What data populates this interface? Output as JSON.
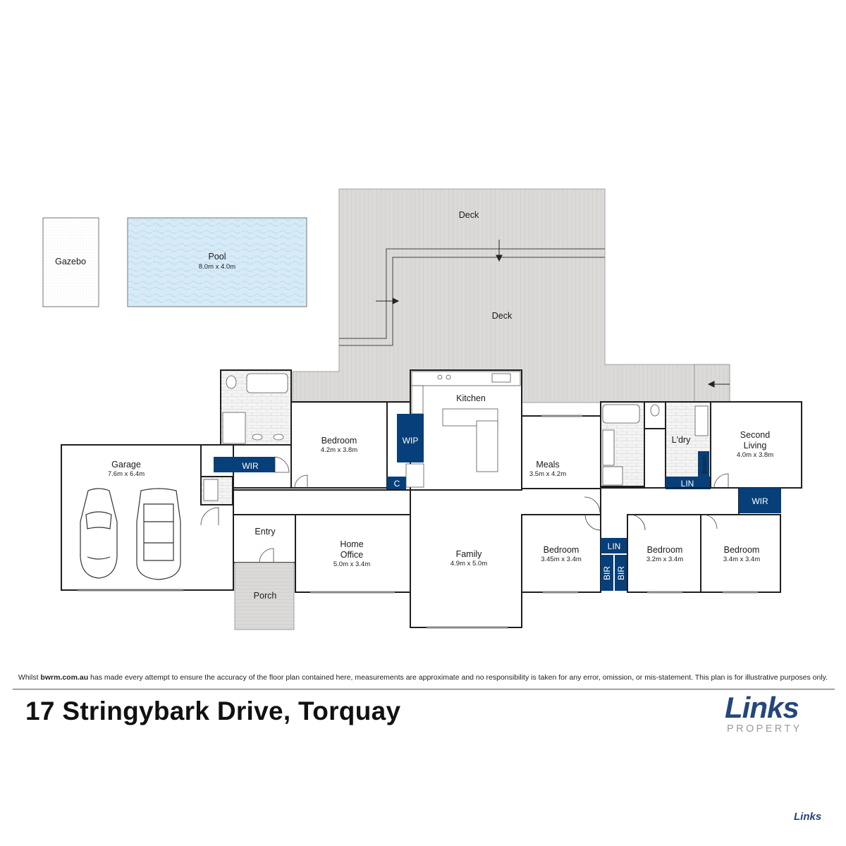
{
  "rooms": {
    "gazebo": {
      "name": "Gazebo"
    },
    "pool": {
      "name": "Pool",
      "dim": "8.0m x 4.0m"
    },
    "deck_upper": {
      "name": "Deck"
    },
    "deck_lower": {
      "name": "Deck"
    },
    "kitchen": {
      "name": "Kitchen"
    },
    "bedroom_main": {
      "name": "Bedroom",
      "dim": "4.2m x 3.8m"
    },
    "garage": {
      "name": "Garage",
      "dim": "7.6m x 6.4m"
    },
    "meals": {
      "name": "Meals",
      "dim": "3.5m x 4.2m"
    },
    "laundry": {
      "name": "L'dry"
    },
    "second_living": {
      "name_line1": "Second",
      "name_line2": "Living",
      "dim": "4.0m x 3.8m"
    },
    "entry": {
      "name": "Entry"
    },
    "home_office": {
      "name_line1": "Home",
      "name_line2": "Office",
      "dim": "5.0m x 3.4m"
    },
    "family": {
      "name": "Family",
      "dim": "4.9m x 5.0m"
    },
    "bedroom_2": {
      "name": "Bedroom",
      "dim": "3.45m x 3.4m"
    },
    "bedroom_3": {
      "name": "Bedroom",
      "dim": "3.2m x 3.4m"
    },
    "bedroom_4": {
      "name": "Bedroom",
      "dim": "3.4m x 3.4m"
    },
    "porch": {
      "name": "Porch"
    }
  },
  "tags": {
    "wir_main": "WIR",
    "wip": "WIP",
    "cupboard": "C",
    "lin_laundry": "LIN",
    "broom": "Broom",
    "wir_right": "WIR",
    "lin_hall": "LIN",
    "bir_1": "BIR",
    "bir_2": "BIR"
  },
  "footer": {
    "disclaimer_prefix": "Whilst ",
    "disclaimer_site": "bwrm.com.au",
    "disclaimer_suffix": " has made every attempt to ensure the accuracy of the floor plan contained here, measurements are approximate and no responsibility is taken for any error, omission, or mis-statement. This plan is for illustrative purposes only.",
    "address": "17 Stringybark Drive, Torquay"
  },
  "logo": {
    "word": "Links",
    "sub": "PROPERTY",
    "small": "Links"
  },
  "colors": {
    "tag_blue": "#063f79",
    "pool": "#d6ebf7",
    "deck": "#dcdad8",
    "logo_blue": "#24467b"
  }
}
